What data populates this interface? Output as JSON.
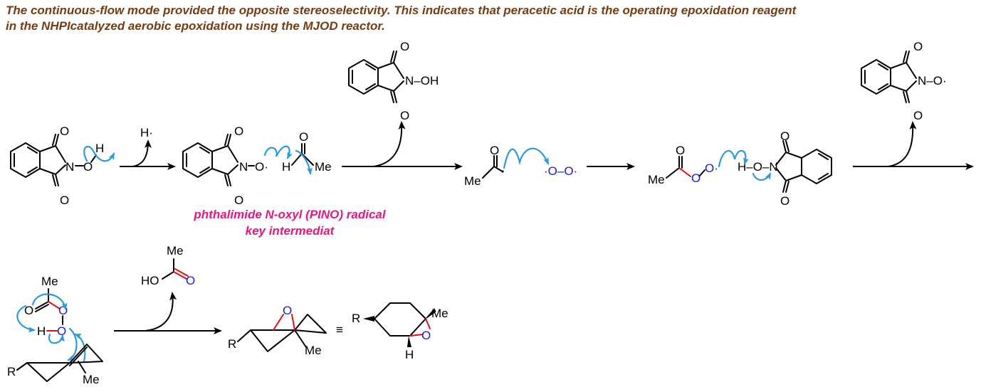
{
  "caption": {
    "line1": "The continuous-flow mode provided the opposite stereoselectivity. This indicates that peracetic acid is the operating epoxidation reagent",
    "line2": "in the NHPIcatalyzed aerobic epoxidation using the MJOD reactor."
  },
  "labels": {
    "pino_line1": "phthalimide N-oxyl (PINO) radical",
    "pino_line2": "key intermediat"
  },
  "atoms": {
    "O": "O",
    "N": "N",
    "H": "H",
    "Me": "Me",
    "R": "R",
    "HO": "HO",
    "H_dot": "H·",
    "N_OH": "N–OH",
    "N_O_dot": "N–O·",
    "N_O": "N–O",
    "O_dot": "O·",
    "dot_O_O_dot": "·O–O·",
    "H_O_N": "H–O–N",
    "equiv": "≡"
  },
  "colors": {
    "caption": "#7a3b0f",
    "label": "#e8177f",
    "arrow_push": "#2a9be0",
    "oxygen_blue": "#1a1ae0",
    "bond_red": "#e01010"
  },
  "icons": [
    "reaction-arrow",
    "curved-arrow",
    "electron-push-arrow"
  ]
}
